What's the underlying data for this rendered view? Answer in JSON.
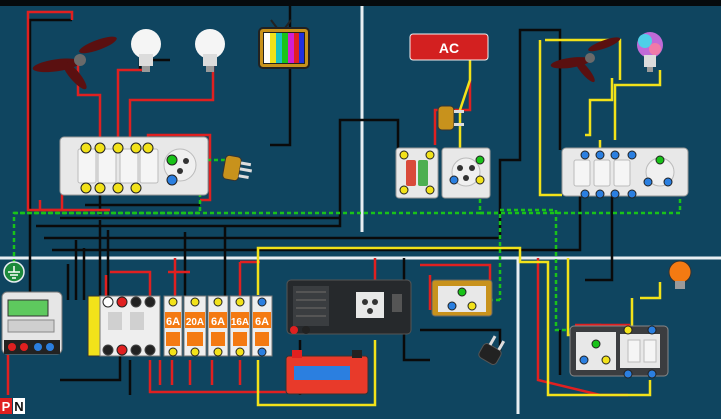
{
  "panels": {
    "ac_label": "AC",
    "breakers": [
      {
        "rating": "6A"
      },
      {
        "rating": "20A"
      },
      {
        "rating": "6A"
      },
      {
        "rating": "16A"
      },
      {
        "rating": "6A"
      }
    ],
    "phase_label": "P",
    "neutral_label": "N"
  },
  "colors": {
    "background": "#0f4560",
    "divider": "#e8eef2",
    "phase_wire": "#e02020",
    "neutral_wire": "#0a0a0a",
    "earth_wire": "#19c219",
    "load_wire": "#f2e21a",
    "breaker_orange": "#f47a12"
  },
  "icons": [
    "ceiling-fan-icon",
    "led-bulb-icon",
    "tv-icon",
    "ac-unit-icon",
    "plug-icon",
    "switch-board-icon",
    "energy-meter-icon",
    "earth-icon",
    "inverter-icon",
    "battery-icon",
    "rgb-bulb-icon",
    "orange-bulb-icon"
  ]
}
